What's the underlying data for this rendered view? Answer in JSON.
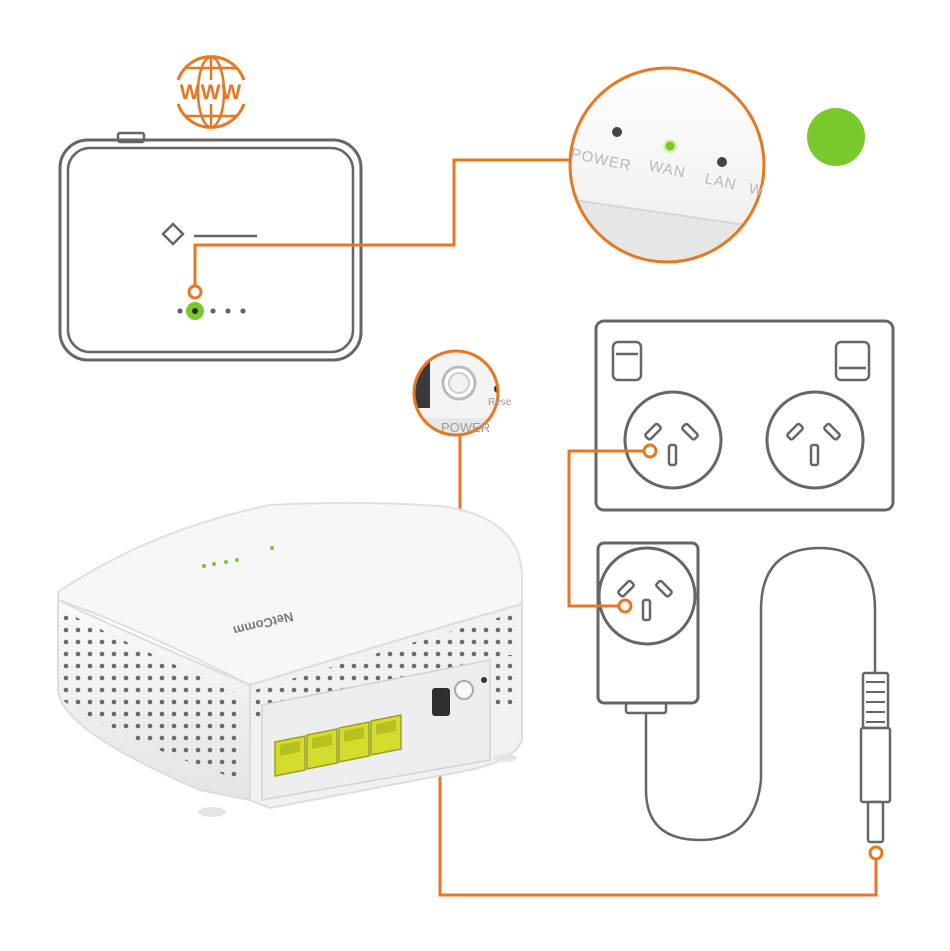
{
  "colors": {
    "accent": "#E87722",
    "status_green": "#77C92C",
    "outline": "#666666",
    "lan_port": "#D4DC2E"
  },
  "icons": {
    "internet": "globe-www-icon",
    "wan_status": "green-dot-icon"
  },
  "globe": {
    "label": "WWW"
  },
  "zoom_leds": {
    "labels": [
      "POWER",
      "WAN",
      "LAN",
      "W"
    ]
  },
  "power_zoom": {
    "button_label": "POWER",
    "reset_label": "Rese"
  },
  "router": {
    "brand": "NetComm"
  }
}
